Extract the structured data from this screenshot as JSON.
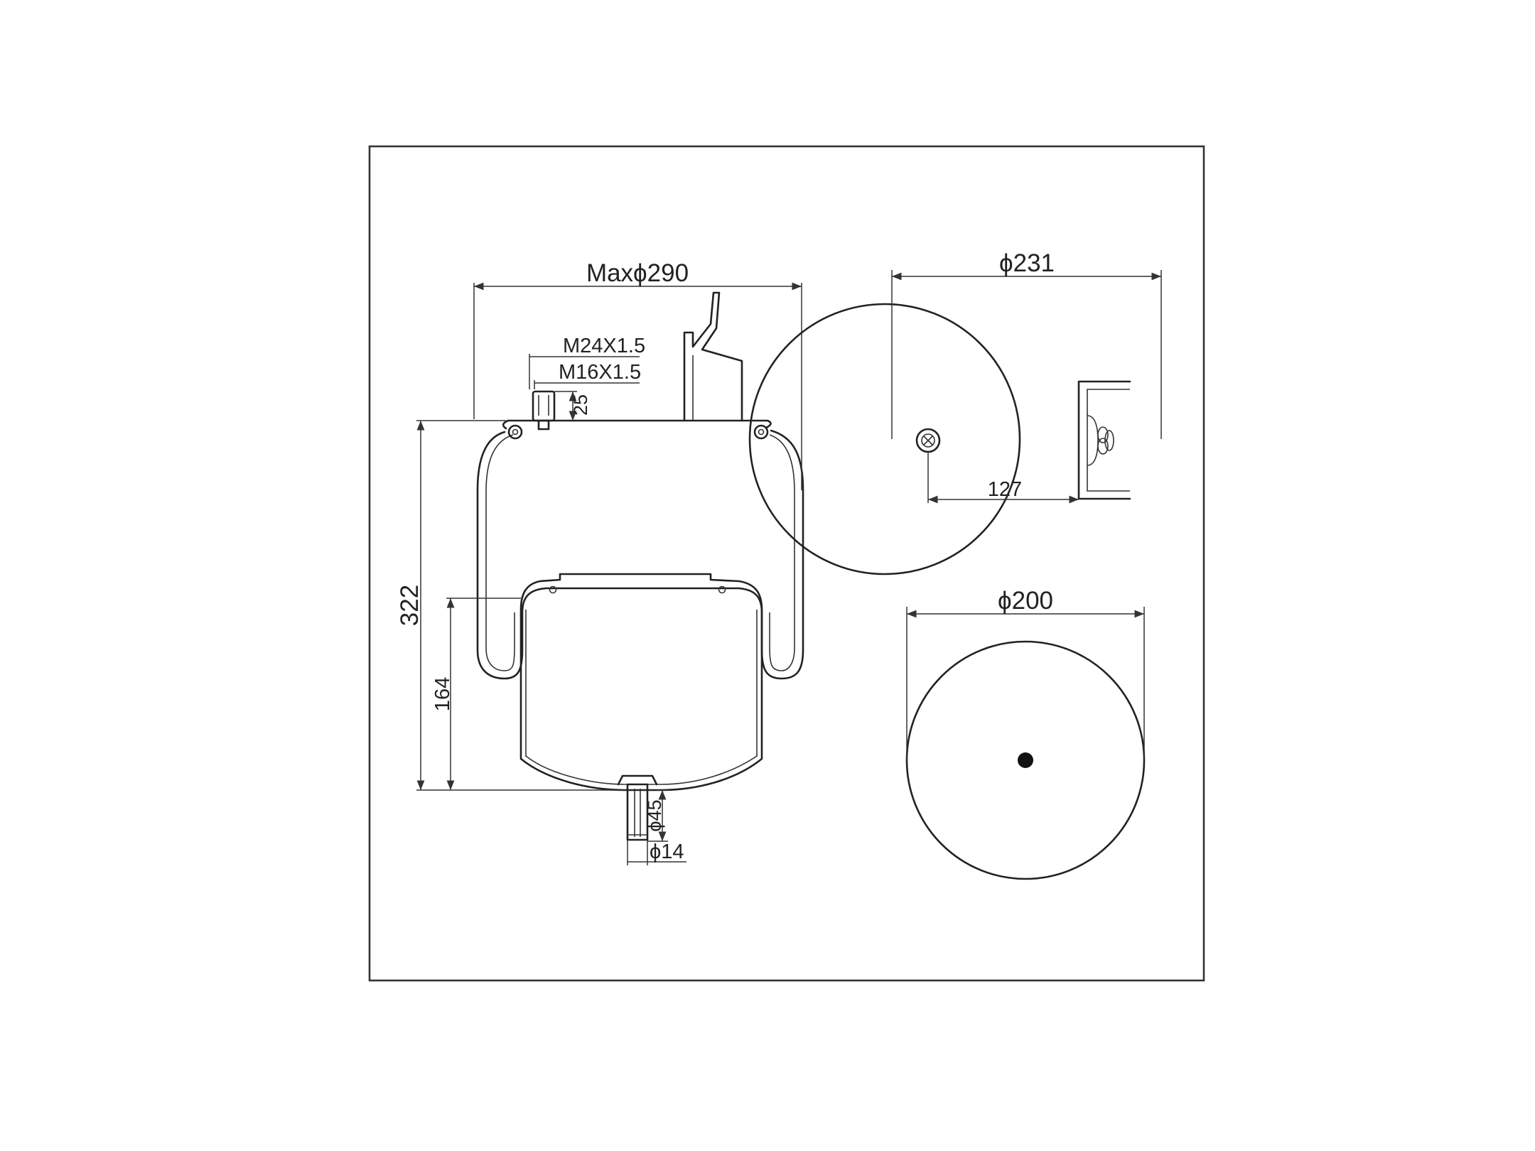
{
  "colors": {
    "line": "#222222",
    "background": "#ffffff"
  },
  "side_view": {
    "max_diameter": "Maxϕ290",
    "thread_outer": "M24X1.5",
    "thread_inner": "M16X1.5",
    "stud_height": "25",
    "total_height": "322",
    "piston_height": "164",
    "bolt_diameter_outer": "ϕ45",
    "bolt_diameter_inner": "ϕ14"
  },
  "top_view": {
    "diameter": "ϕ231",
    "offset": "127"
  },
  "bottom_view": {
    "diameter": "ϕ200"
  }
}
